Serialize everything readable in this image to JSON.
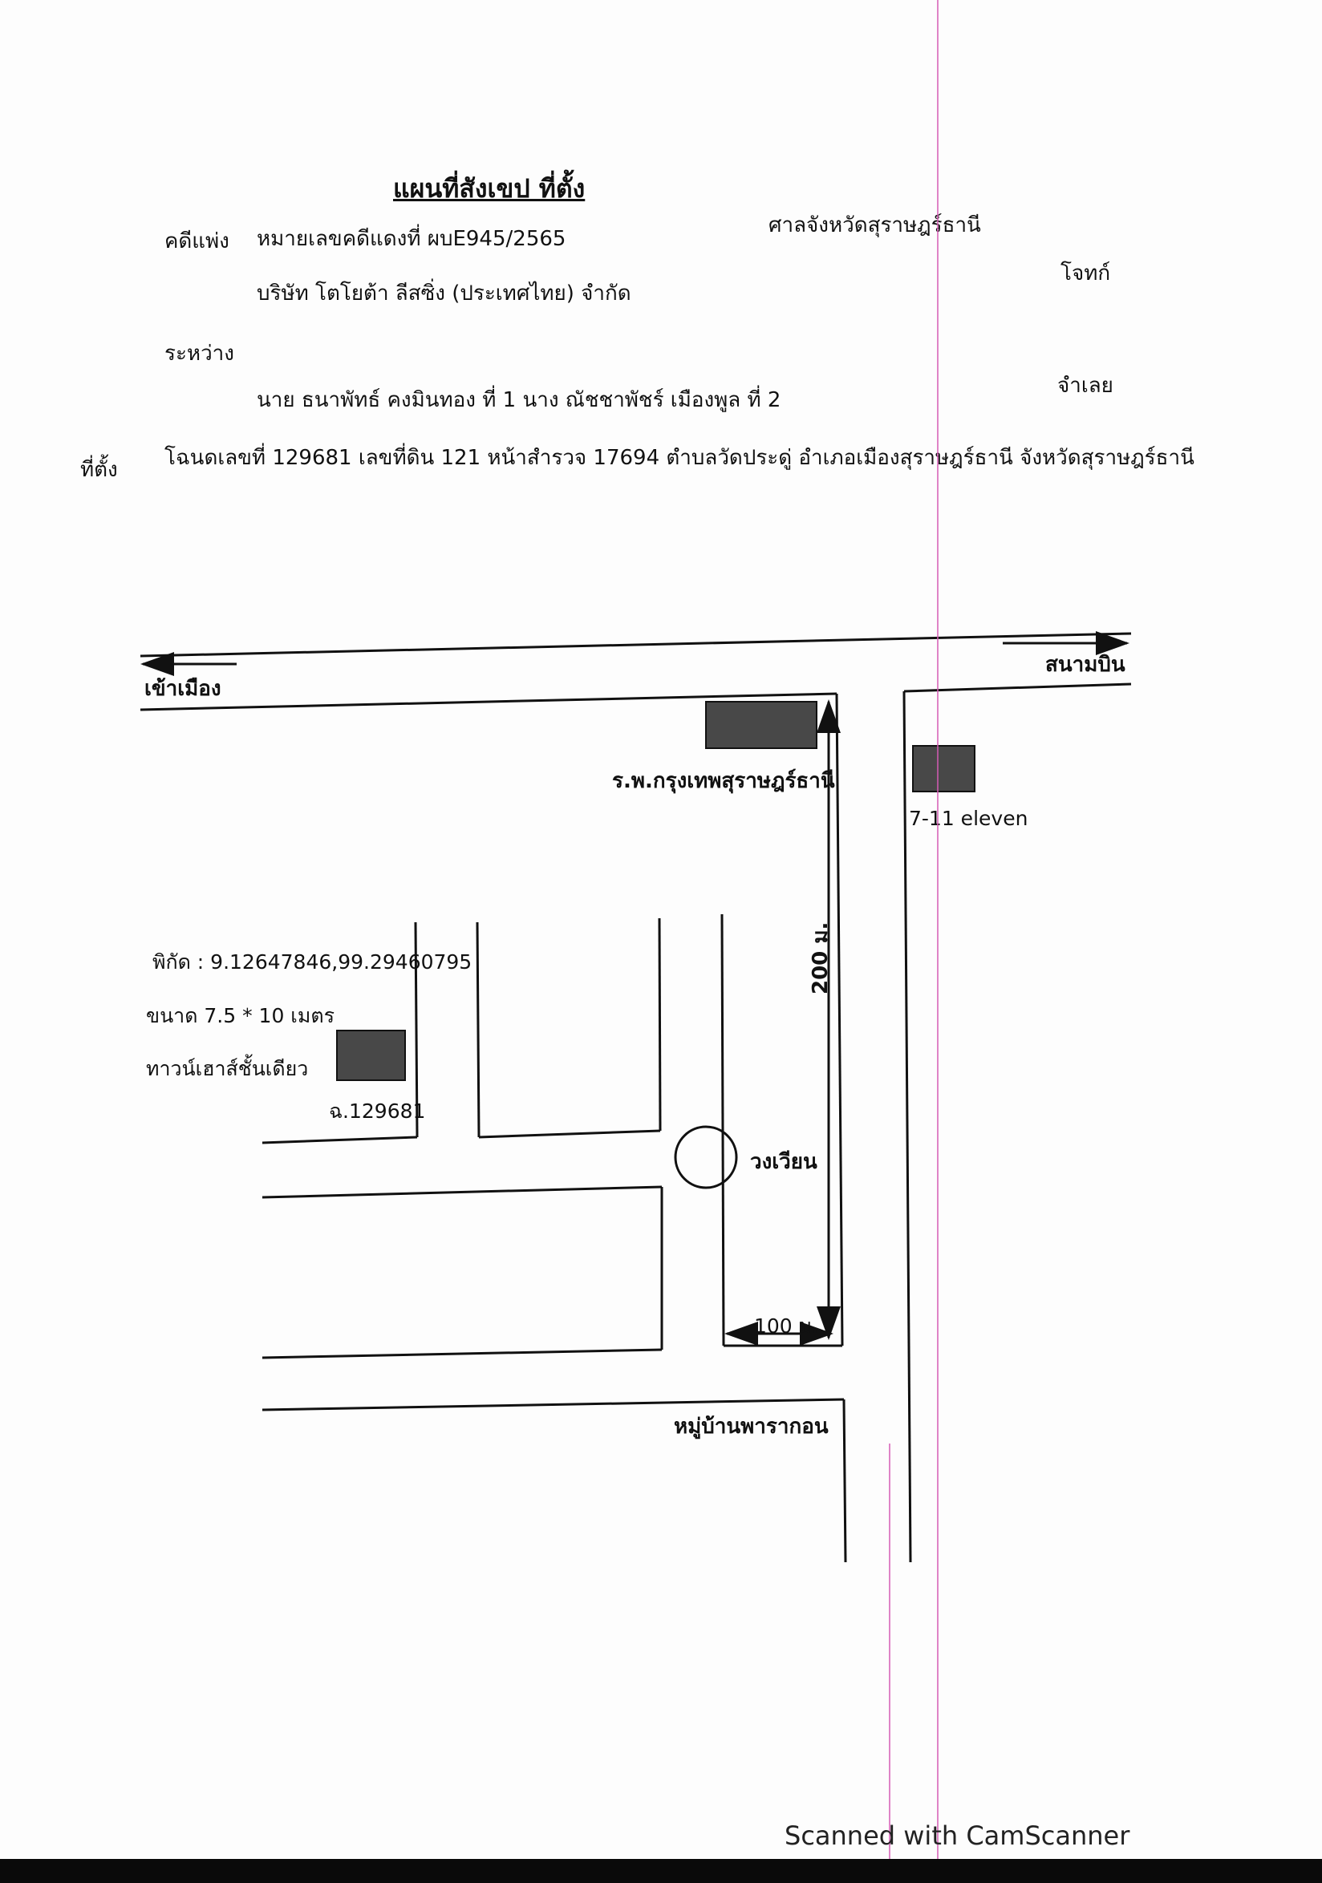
{
  "header": {
    "title": "แผนที่สังเขป  ที่ตั้ง",
    "case_type": "คดีแพ่ง",
    "case_number": "หมายเลขคดีแดงที่ ผบE945/2565",
    "court": "ศาลจังหวัดสุราษฎร์ธานี",
    "plaintiff_name": "บริษัท  โตโยต้า ลีสซิ่ง (ประเทศไทย) จำกัด",
    "plaintiff_role": "โจทก์",
    "between": "ระหว่าง",
    "defendant_name": "นาย ธนาพัทธ์ คงมินทอง ที่ 1 นาง ณัชชาพัชร์ เมืองพูล ที่ 2",
    "defendant_role": "จำเลย",
    "location_label": "ที่ตั้ง",
    "location_text": "โฉนดเลขที่ 129681 เลขที่ดิน 121 หน้าสำรวจ 17694 ตำบลวัดประดู่ อำเภอเมืองสุราษฎร์ธานี จังหวัดสุราษฎร์ธานี"
  },
  "map": {
    "to_city": "เข้าเมือง",
    "to_airport": "สนามบิน",
    "hospital": "ร.พ.กรุงเทพสุราษฎร์ธานี",
    "store": "7-11 eleven",
    "coordinates": "พิกัด : 9.12647846,99.29460795",
    "size": "ขนาด 7.5 * 10 เมตร",
    "building": "ทาวน์เฮาส์ชั้นเดียว",
    "deed": "ฉ.129681",
    "distance_vertical": "200 ม.",
    "roundabout": "วงเวียน",
    "distance_horizontal": "100 ม.",
    "village": "หมู่บ้านพารากอน"
  },
  "footer": {
    "watermark": "Scanned with CamScanner"
  },
  "colors": {
    "block_fill": "#484848",
    "scan_line": "#d45bb4"
  }
}
